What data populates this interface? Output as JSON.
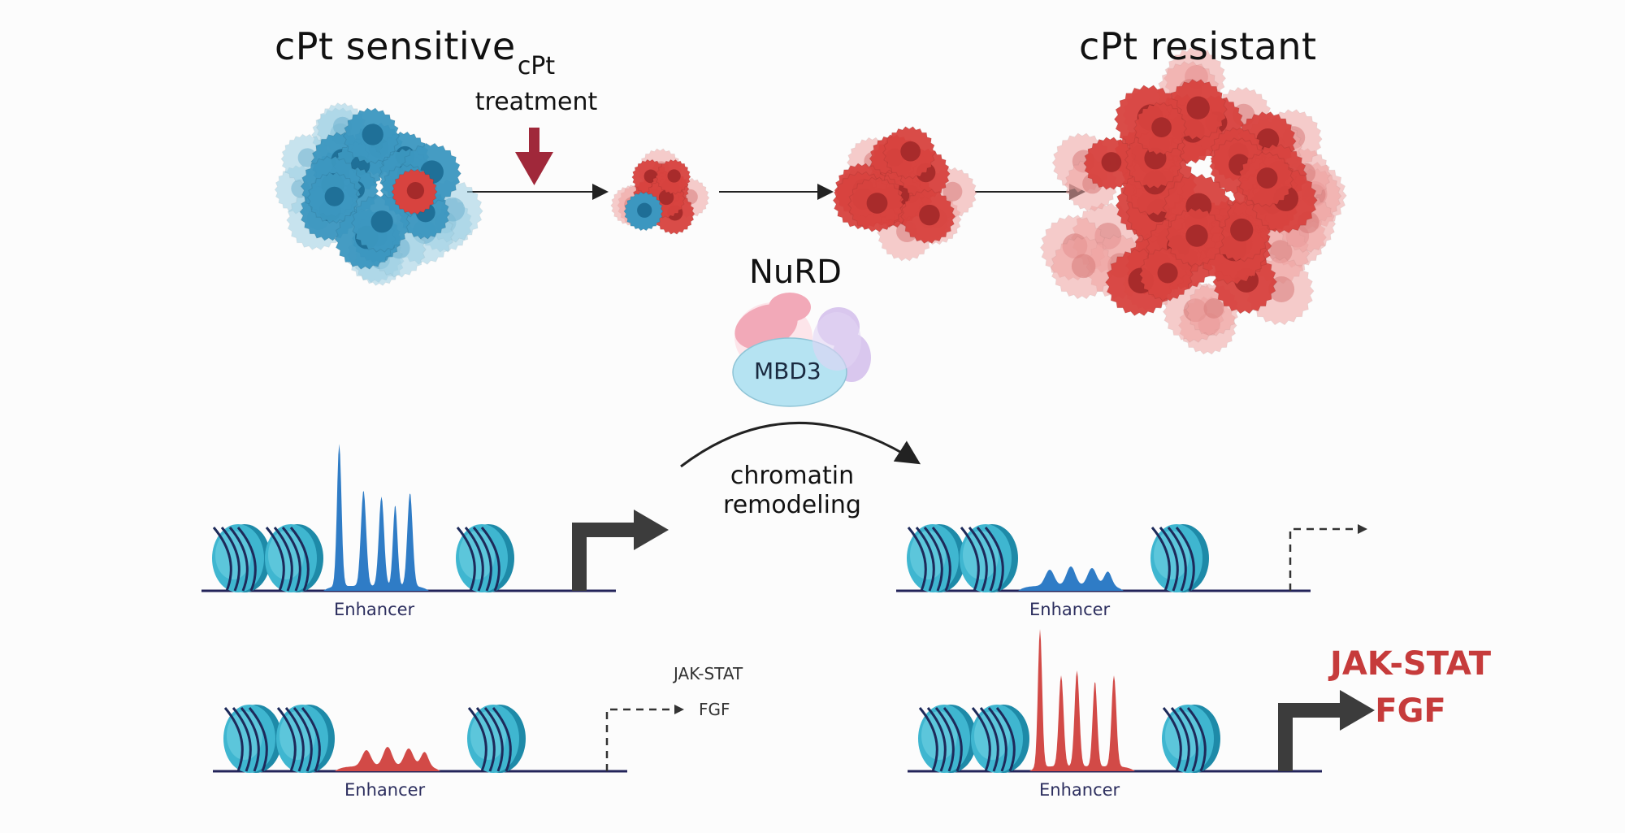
{
  "labels": {
    "sensitive_title": "cPt sensitive",
    "resistant_title": "cPt resistant",
    "treatment_line1": "cPt",
    "treatment_line2": "treatment",
    "nurd": "NuRD",
    "mbd3": "MBD3",
    "remodel_line1": "chromatin",
    "remodel_line2": "remodeling",
    "enhancer_tl": "Enhancer",
    "enhancer_bl": "Enhancer",
    "enhancer_tr": "Enhancer",
    "enhancer_br": "Enhancer",
    "genes_left_1": "JAK-STAT",
    "genes_left_2": "FGF",
    "genes_right_1": "JAK-STAT",
    "genes_right_2": "FGF"
  },
  "colors": {
    "sensitive_cell": "#3c97c0",
    "resistant_cell": "#d8433f",
    "treatment_arrow": "#a0283a",
    "nucleosome": "#3fb6d0",
    "enhancer_blue": "#2f7cc6",
    "enhancer_red": "#d24a47",
    "dna_line": "#23245a",
    "promoter_arrow": "#3c3c3c",
    "nurd_pink": "#f2a9b8",
    "nurd_purple": "#d9c7ee",
    "nurd_blue": "#b5e3f2"
  }
}
